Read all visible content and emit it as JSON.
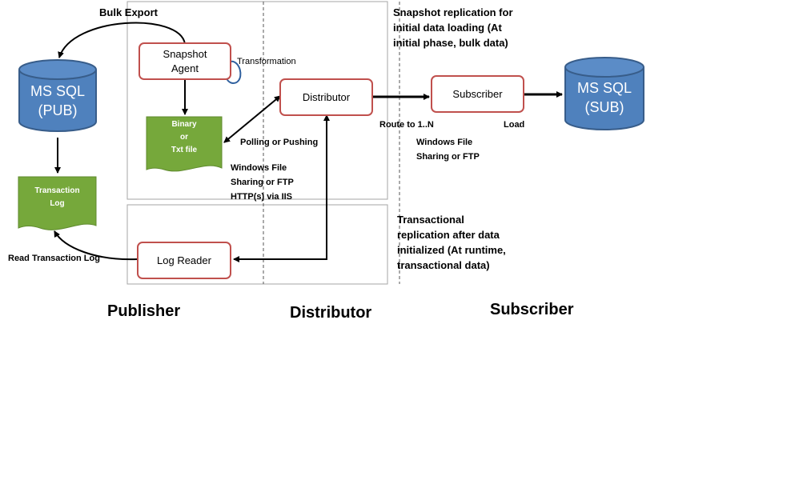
{
  "nodes": {
    "pub_db": {
      "line1": "MS SQL",
      "line2": "(PUB)"
    },
    "sub_db": {
      "line1": "MS SQL",
      "line2": "(SUB)"
    },
    "snapshot_agent": {
      "line1": "Snapshot",
      "line2": "Agent"
    },
    "distributor": "Distributor",
    "subscriber": "Subscriber",
    "log_reader": "Log Reader",
    "binary_file": {
      "line1": "Binary",
      "line2": "or",
      "line3": "Txt file"
    },
    "transaction_log": {
      "line1": "Transaction",
      "line2": "Log"
    }
  },
  "edge_labels": {
    "bulk_export": "Bulk Export",
    "transformation": "Transformation",
    "polling": "Polling or Pushing",
    "windows_file_pub": {
      "line1": "Windows File",
      "line2": "Sharing or FTP",
      "line3": "HTTP(s) via IIS"
    },
    "route": "Route to 1..N",
    "load": "Load",
    "windows_file_sub": {
      "line1": "Windows File",
      "line2": "Sharing or FTP"
    },
    "read_log": "Read Transaction Log"
  },
  "notes": {
    "snapshot": {
      "line1": "Snapshot replication for",
      "line2": "initial data loading (At",
      "line3": "initial phase, bulk data)"
    },
    "transactional": {
      "line1": "Transactional",
      "line2": "replication after data",
      "line3": "initialized (At runtime,",
      "line4": "transactional data)"
    }
  },
  "sections": {
    "publisher": "Publisher",
    "distributor": "Distributor",
    "subscriber": "Subscriber"
  },
  "colors": {
    "database_fill": "#4f81bd",
    "database_stroke": "#385d8a",
    "document_fill": "#76a83b",
    "box_border": "#c0504d",
    "region_border": "#a6a6a6"
  }
}
